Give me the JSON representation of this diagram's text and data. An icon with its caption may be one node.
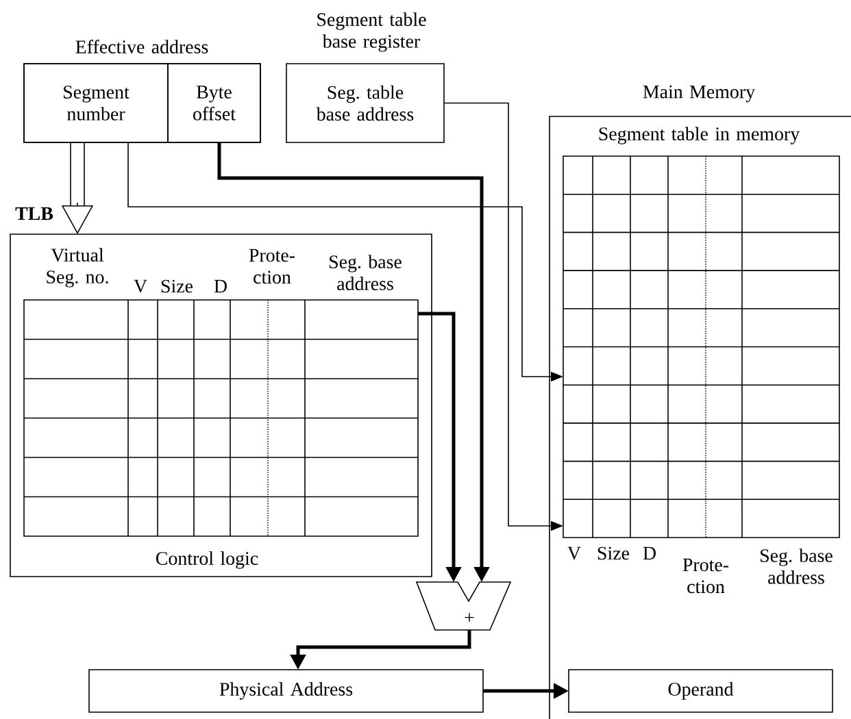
{
  "diagram": {
    "nodes": [
      {
        "text": [
          "Effective address"
        ]
      },
      {
        "text": [
          "Segment number"
        ],
        "in": 0
      },
      {
        "text": [
          "Byte offset"
        ],
        "in": 0
      },
      {
        "text": [
          "Segment table base register",
          "Seg. table base address"
        ]
      },
      {
        "text": [
          "TLB",
          "Control logic"
        ]
      },
      {
        "text": [],
        "shape": "box",
        "in": 4,
        "beside": [
          "Virtual Seg. no.",
          "V",
          "Size",
          "D",
          "Prote- ction",
          "Seg. base address"
        ]
      },
      {
        "text": [
          "Main Memory"
        ]
      },
      {
        "text": [
          "Segment table in memory"
        ],
        "in": 6,
        "beside": [
          "V",
          "Size",
          "D",
          "Prote- ction",
          "Seg. base address"
        ]
      },
      {
        "text": [
          "+"
        ]
      },
      {
        "text": [
          "Physical Address"
        ]
      },
      {
        "text": [
          "Operand"
        ],
        "in": 6
      }
    ],
    "edges": [
      {
        "from": 1,
        "to": 4,
        "arrow": "to"
      },
      {
        "from": 1,
        "to": 7,
        "arrow": "to"
      },
      {
        "from": 3,
        "to": 7,
        "arrow": "to"
      },
      {
        "from": 2,
        "to": 8,
        "arrow": "to"
      },
      {
        "from": 5,
        "to": 8,
        "arrow": "to"
      },
      {
        "from": 8,
        "to": 9,
        "arrow": "to"
      },
      {
        "from": 9,
        "to": 10,
        "arrow": "to"
      }
    ]
  }
}
